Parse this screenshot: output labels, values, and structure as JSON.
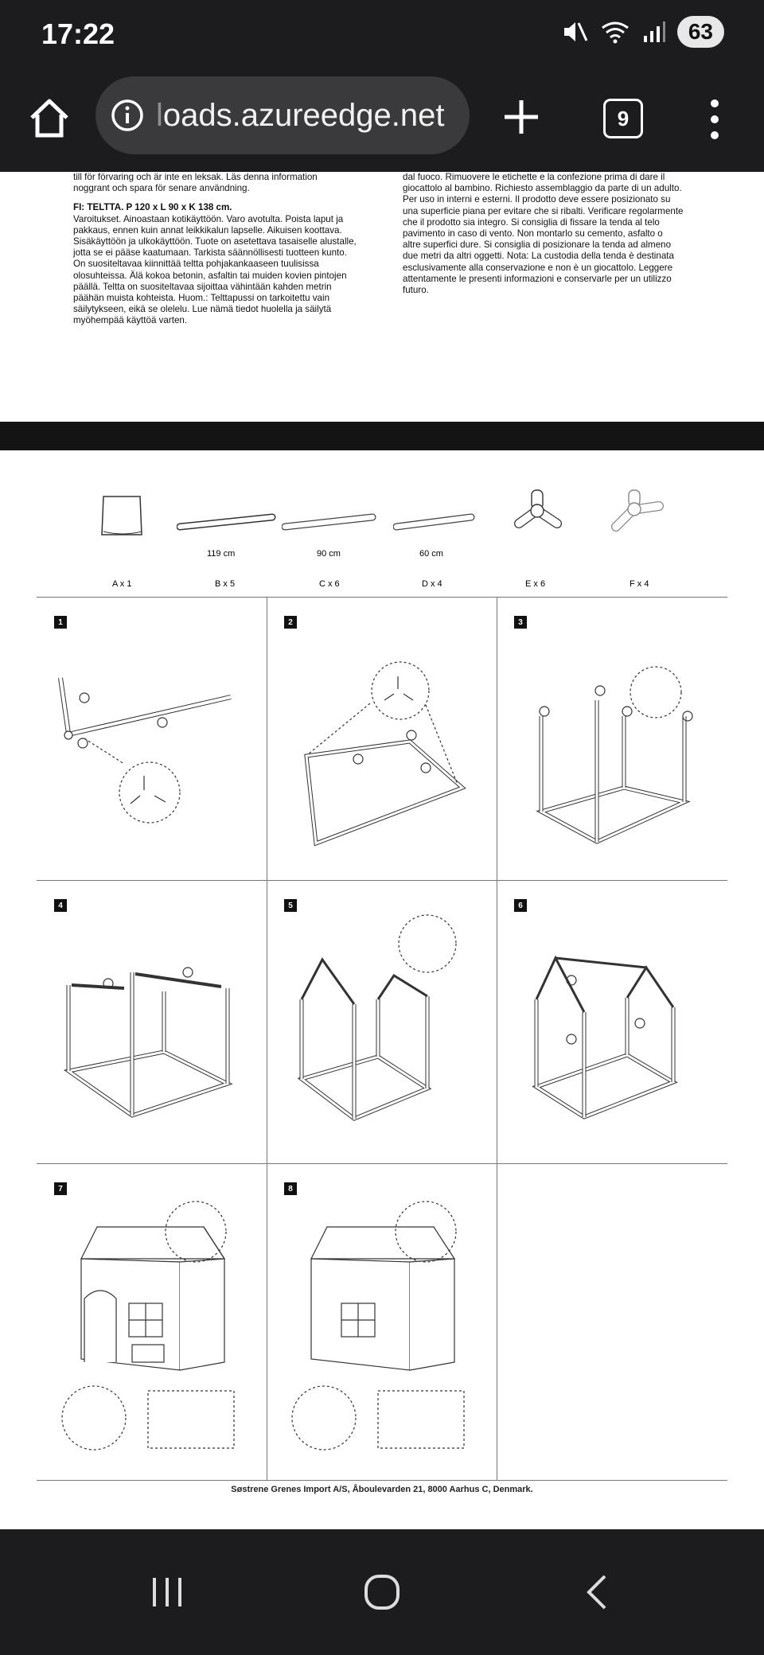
{
  "status_bar": {
    "time": "17:22",
    "battery": "63",
    "icons": [
      "mute-icon",
      "wifi-icon",
      "signal-icon"
    ]
  },
  "browser": {
    "url_faded": "l",
    "url_main": "oads.azureedge.net",
    "tab_count": "9"
  },
  "document": {
    "sv_tail": [
      "till för förvaring och är inte en leksak. Läs denna information",
      "noggrant och spara för senare användning."
    ],
    "fi_header": "FI: TELTTA. P 120 x L 90 x K 138 cm.",
    "fi_lines": [
      "Varoitukset. Ainoastaan kotikäyttöön. Varo avotulta. Poista laput ja",
      "pakkaus, ennen kuin annat leikkikalun lapselle. Aikuisen koottava.",
      "Sisäkäyttöön ja ulkokäyttöön. Tuote on asetettava tasaiselle alustalle,",
      "jotta se ei pääse kaatumaan. Tarkista säännöllisesti tuotteen kunto.",
      "On suositeltavaa kiinnittää teltta pohjakankaaseen tuulisissa",
      "olosuhteissa. Älä kokoa betonin, asfaltin tai muiden kovien pintojen",
      "päällä. Teltta on suositeltavaa sijoittaa vähintään kahden metrin",
      "päähän muista kohteista. Huom.: Telttapussi on tarkoitettu vain",
      "säilytykseen, eikä se olelelu. Lue nämä tiedot huolella ja säilytä",
      "myöhempää käyttöä varten."
    ],
    "it_lines": [
      "dal fuoco. Rimuovere le etichette e la confezione prima di dare il",
      "giocattolo al bambino. Richiesto assemblaggio da parte di un adulto.",
      "Per uso in interni e esterni. Il prodotto deve essere posizionato su",
      "una superficie piana per evitare che si ribalti. Verificare regolarmente",
      "che il prodotto sia integro. Si consiglia di fissare la tenda al telo",
      "pavimento in caso di vento. Non montarlo su cemento, asfalto o",
      "altre superfici dure. Si consiglia di posizionare la tenda ad almeno",
      "due metri da altri oggetti. Nota: La custodia della tenda è destinata",
      "esclusivamente alla conservazione e non è un giocattolo. Leggere",
      "attentamente le presenti informazioni e conservarle per un utilizzo",
      "futuro."
    ],
    "parts": [
      {
        "id": "A x 1",
        "length": ""
      },
      {
        "id": "B x 5",
        "length": "119 cm"
      },
      {
        "id": "C x 6",
        "length": "90 cm"
      },
      {
        "id": "D x 4",
        "length": "60 cm"
      },
      {
        "id": "E x 6",
        "length": ""
      },
      {
        "id": "F x 4",
        "length": ""
      }
    ],
    "steps": [
      "1",
      "2",
      "3",
      "4",
      "5",
      "6",
      "7",
      "8"
    ],
    "footer": "Søstrene Grenes Import A/S, Åboulevarden 21, 8000 Aarhus C, Denmark."
  }
}
